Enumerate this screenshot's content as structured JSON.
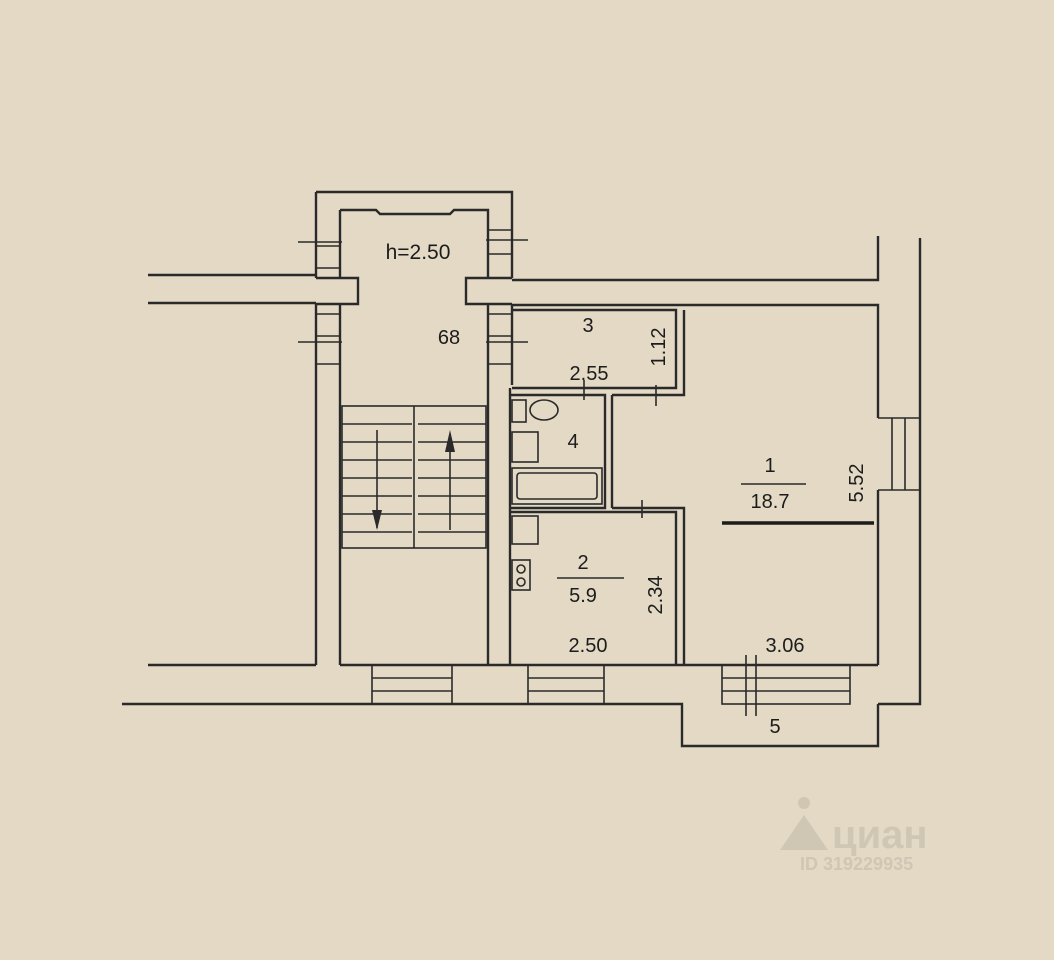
{
  "plan": {
    "ceiling_height": "h=2.50",
    "wall_thickness": "68",
    "rooms": [
      {
        "number": "1",
        "area": "18.7",
        "width": "3.06",
        "length": "5.52"
      },
      {
        "number": "2",
        "area": "5.9",
        "width": "2.50",
        "length": "2.34"
      },
      {
        "number": "3",
        "width": "2.55",
        "length": "1.12"
      },
      {
        "number": "4"
      },
      {
        "number": "5"
      }
    ]
  },
  "watermark": {
    "brand": "циан",
    "id_text": "ID 319229935",
    "color": "#cfc6b4"
  },
  "colors": {
    "paper": "#e3d9c5",
    "ink": "#2a2a2a"
  }
}
